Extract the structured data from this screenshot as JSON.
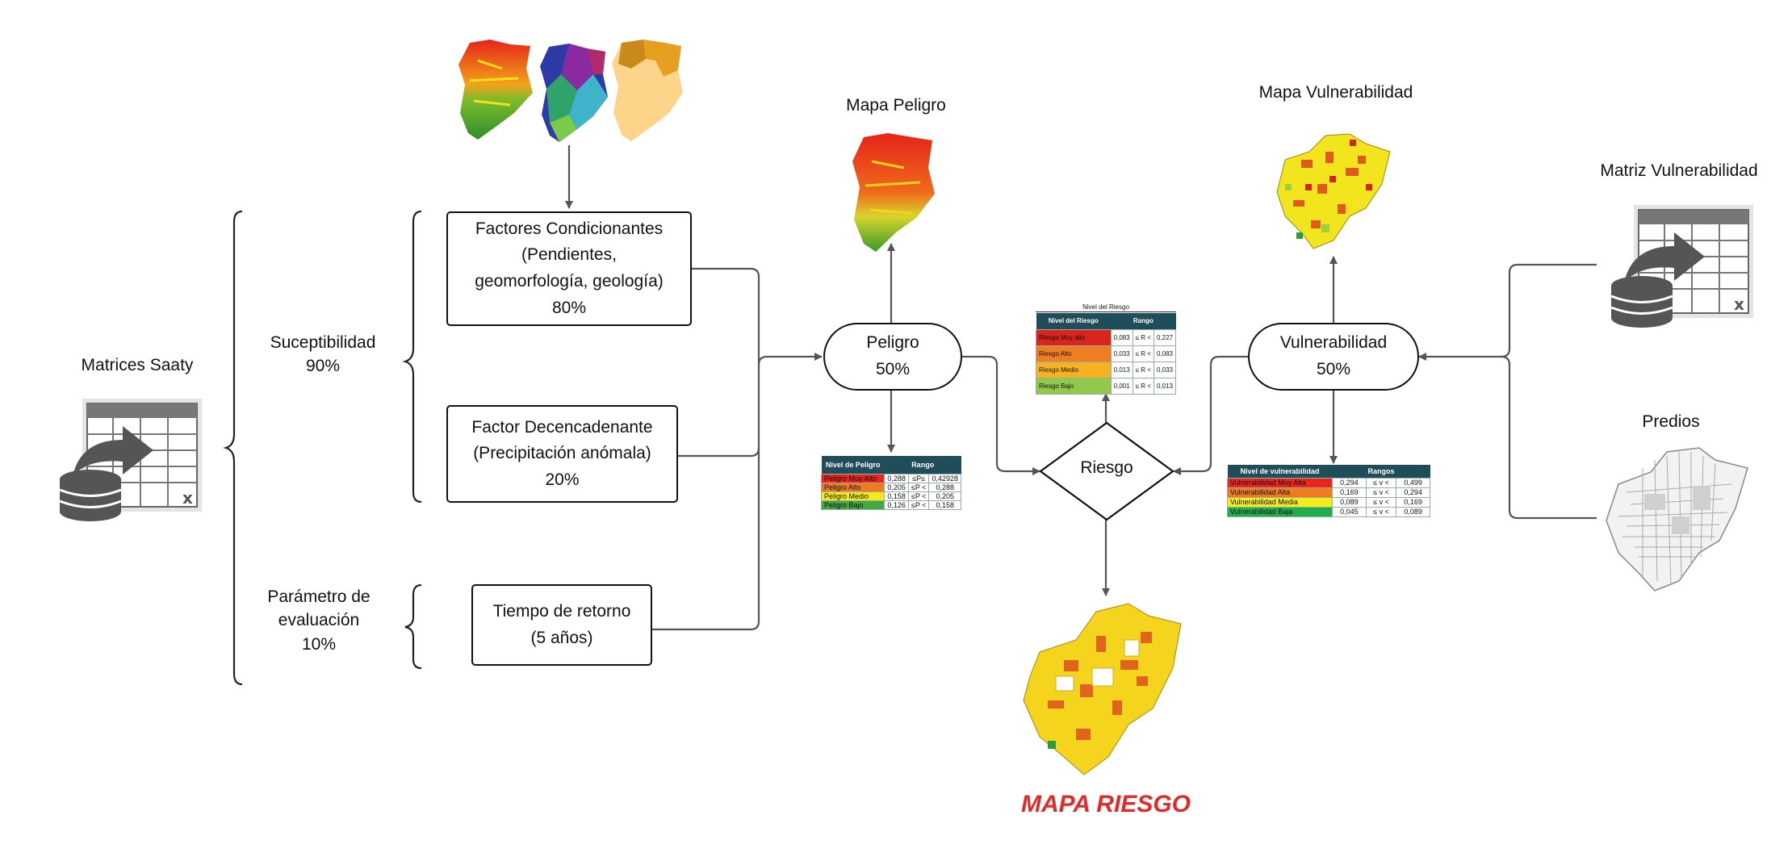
{
  "titles": {
    "matrices_saaty": "Matrices Saaty",
    "mapa_peligro": "Mapa Peligro",
    "mapa_vulnerabilidad": "Mapa Vulnerabilidad",
    "matriz_vulnerabilidad": "Matriz Vulnerabilidad",
    "predios": "Predios",
    "mapa_riesgo": "MAPA RIESGO"
  },
  "left_groups": {
    "suceptibilidad": [
      "Suceptibilidad",
      "90%"
    ],
    "parametro": [
      "Parámetro de",
      "evaluación",
      "10%"
    ]
  },
  "boxes": {
    "factores_condicionantes": [
      "Factores Condicionantes",
      "(Pendientes,",
      "geomorfología, geología)",
      "80%"
    ],
    "factor_desencadenante": [
      "Factor Decencadenante",
      "(Precipitación anómala)",
      "20%"
    ],
    "tiempo_retorno": [
      "Tiempo de retorno",
      "(5 años)"
    ]
  },
  "nodes": {
    "peligro": [
      "Peligro",
      "50%"
    ],
    "vulnerabilidad": [
      "Vulnerabilidad",
      "50%"
    ],
    "riesgo": "Riesgo"
  },
  "tables": {
    "peligro": {
      "headers": [
        "Nivel de Peligro",
        "Rango"
      ],
      "rows": [
        {
          "level": "Peligro Muy Alto",
          "a": "0,288",
          "op": "≤P≤",
          "b": "0,42928",
          "color": "#e8261b"
        },
        {
          "level": "Peligro Alto",
          "a": "0,205",
          "op": "≤P <",
          "b": "0,288",
          "color": "#f07b1f"
        },
        {
          "level": "Peligro Medio",
          "a": "0,158",
          "op": "≤P <",
          "b": "0,205",
          "color": "#f4ec1a"
        },
        {
          "level": "Peligro Bajo",
          "a": "0,126",
          "op": "≤P <",
          "b": "0,158",
          "color": "#45a942"
        }
      ]
    },
    "riesgo": {
      "caption": "Nivel del Riesgo",
      "headers": [
        "Nivel del Riesgo",
        "Rango"
      ],
      "rows": [
        {
          "level": "Riesgo Muy alto",
          "a": "0,083",
          "op": "≤ R <",
          "b": "0,227",
          "color": "#d9251c"
        },
        {
          "level": "Riesgo Alto",
          "a": "0,033",
          "op": "≤ R <",
          "b": "0,083",
          "color": "#ef7d22"
        },
        {
          "level": "Riesgo Medio",
          "a": "0,013",
          "op": "≤ R <",
          "b": "0,033",
          "color": "#f7b21f"
        },
        {
          "level": "Riesgo Bajo",
          "a": "0,001",
          "op": "≤ R <",
          "b": "0,013",
          "color": "#93c94b"
        }
      ]
    },
    "vulnerabilidad": {
      "headers": [
        "Nivel de vulnerabilidad",
        "Rangos"
      ],
      "rows": [
        {
          "level": "Vulnerabilidad Muy Alta",
          "a": "0,294",
          "op": "≤ v <",
          "b": "0,499",
          "color": "#e8261b"
        },
        {
          "level": "Vulnerabilidad Alta",
          "a": "0,169",
          "op": "≤ v <",
          "b": "0,294",
          "color": "#f07b1f"
        },
        {
          "level": "Vulnerabilidad Media",
          "a": "0,089",
          "op": "≤ v <",
          "b": "0,169",
          "color": "#f4ec1a"
        },
        {
          "level": "Vulnerabilidad Baja",
          "a": "0,045",
          "op": "≤ v <",
          "b": "0,089",
          "color": "#1fae4a"
        }
      ]
    }
  },
  "icons": {
    "spreadsheet": "spreadsheet-database-icon",
    "maps": [
      "slope-map-icon",
      "geomorphology-map-icon",
      "geology-map-icon",
      "hazard-map-icon",
      "vulnerability-map-icon",
      "parcels-map-icon",
      "risk-map-icon"
    ]
  },
  "colors": {
    "red": "#e8261b",
    "orange": "#f07b1f",
    "yellow": "#f4ec1a",
    "green": "#45a942",
    "table_header": "#1f4e5a",
    "title_red": "#e22a2a"
  }
}
